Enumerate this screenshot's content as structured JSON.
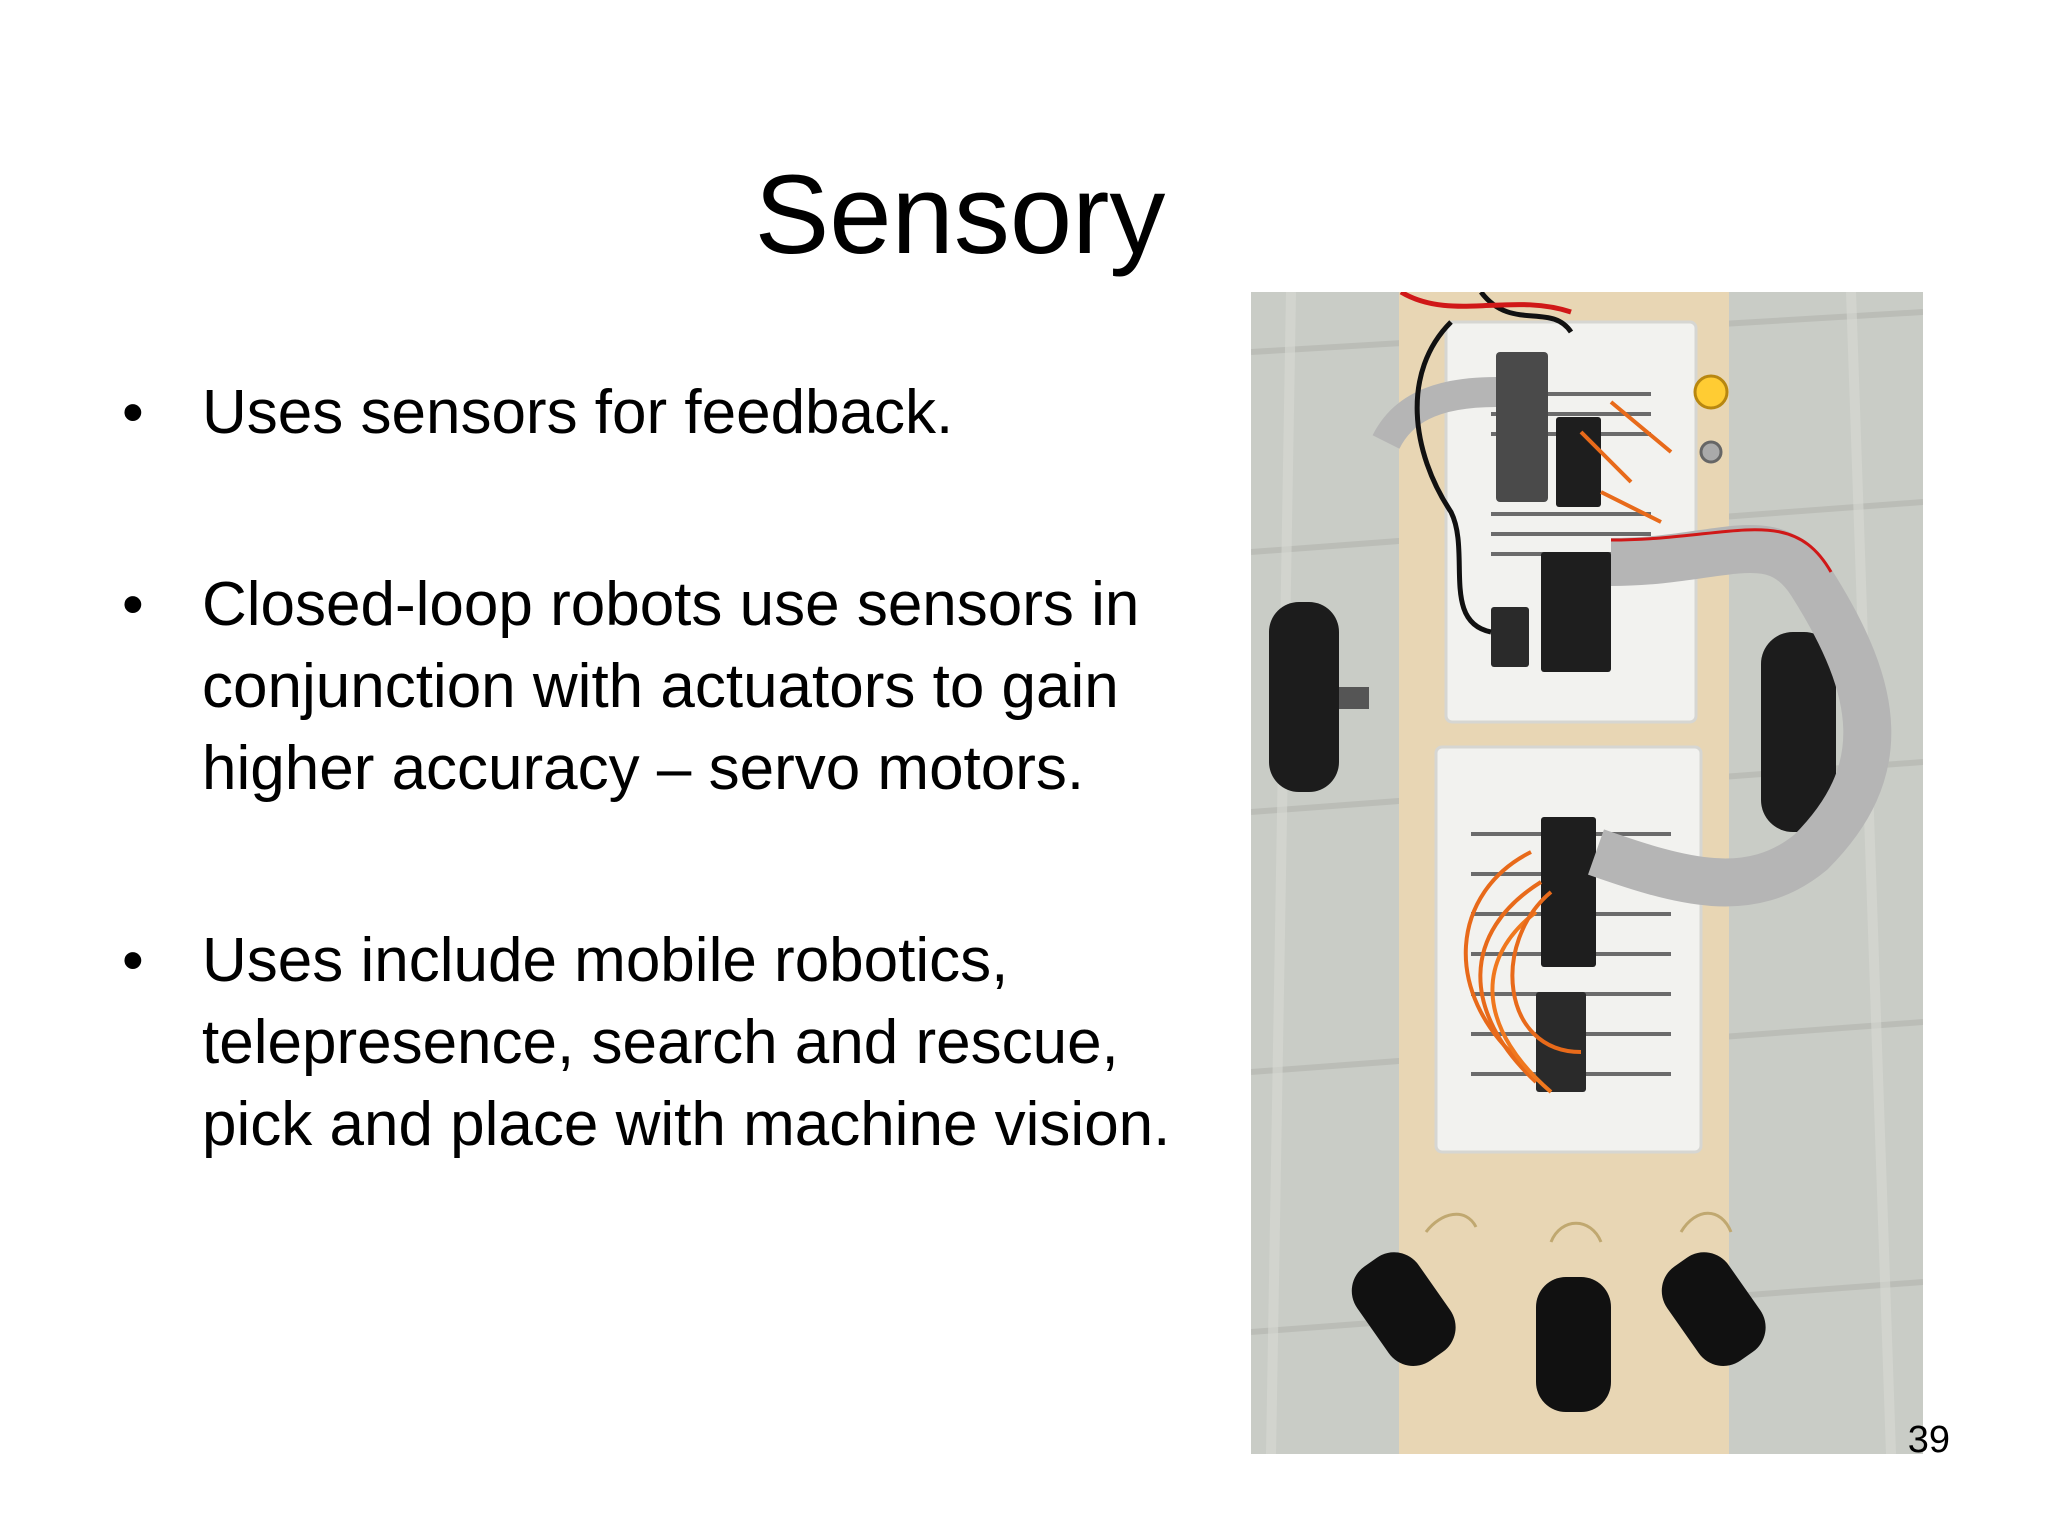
{
  "slide": {
    "title": "Sensory",
    "bullets": [
      {
        "marker": "•",
        "text": "Uses sensors for feedback."
      },
      {
        "marker": "•",
        "text": "Closed-loop robots use sensors in conjunction with actuators to gain higher accuracy – servo motors."
      },
      {
        "marker": "•",
        "text": "Uses include mobile robotics, telepresence, search and rescue, pick and place with machine vision."
      }
    ],
    "page_number": "39"
  },
  "photo": {
    "subject": "robot-chassis-with-breadboards",
    "colors": {
      "floor": "#c9ccc6",
      "board": "#e8d6b4",
      "breadboard": "#f2f2ef",
      "chip": "#1e1e1e",
      "ribbon": "#b5b5b5",
      "wire_orange": "#e86a1a",
      "wire_red": "#d01818",
      "led": "#ffcc33"
    }
  }
}
